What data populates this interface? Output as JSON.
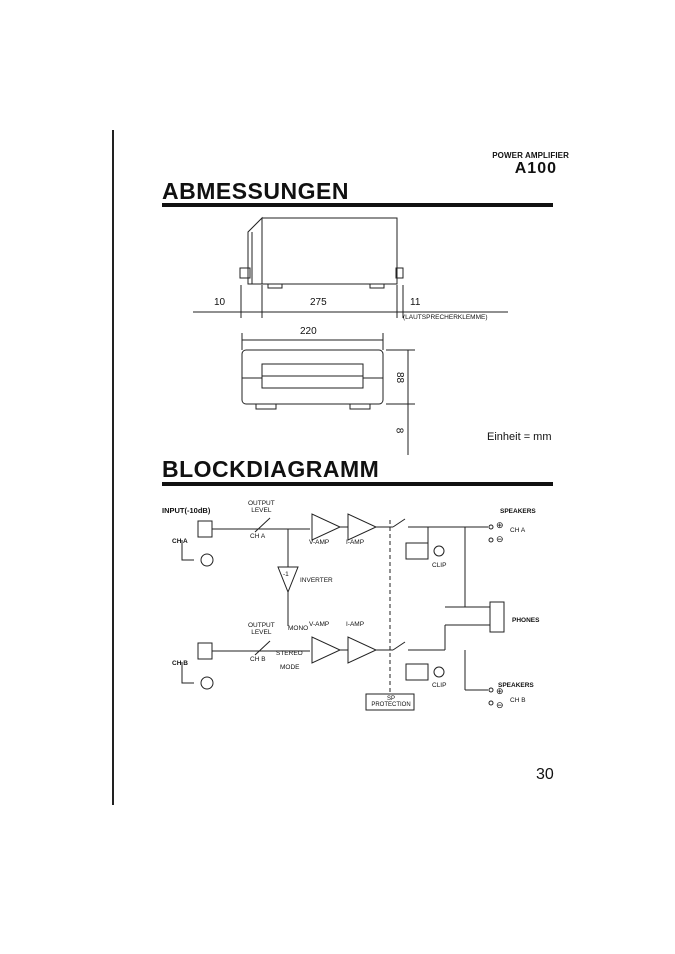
{
  "header": {
    "product_label": "POWER AMPLIFIER",
    "product_logo": "A100"
  },
  "sections": {
    "dimensions_title": "ABMESSUNGEN",
    "block_title": "BLOCKDIAGRAMM"
  },
  "dimensions": {
    "side_view": {
      "left": "10",
      "middle": "275",
      "right": "11",
      "terminal_note": "(LAUTSPRECHERKLEMME)"
    },
    "front_view": {
      "width": "220",
      "height": "88",
      "foot": "8"
    },
    "unit_note": "Einheit = mm"
  },
  "block_diagram": {
    "input": "INPUT(-10dB)",
    "output_level": "OUTPUT LEVEL",
    "output_level_line1": "OUTPUT",
    "output_level_line2": "LEVEL",
    "ch_a": "CH A",
    "ch_b": "CH B",
    "v_amp": "V-AMP",
    "i_amp": "I-AMP",
    "inverter": "INVERTER",
    "inverter_symbol": "-1",
    "mono": "MONO",
    "stereo": "STEREO",
    "mode": "MODE",
    "clip": "CLIP",
    "sp_protection_line1": "SP",
    "sp_protection_line2": "PROTECTION",
    "speakers": "SPEAKERS",
    "phones": "PHONES",
    "speaker_ch_a": "CH A",
    "speaker_ch_b": "CH B",
    "plus": "⊕",
    "minus": "⊖"
  },
  "page_number": "30"
}
